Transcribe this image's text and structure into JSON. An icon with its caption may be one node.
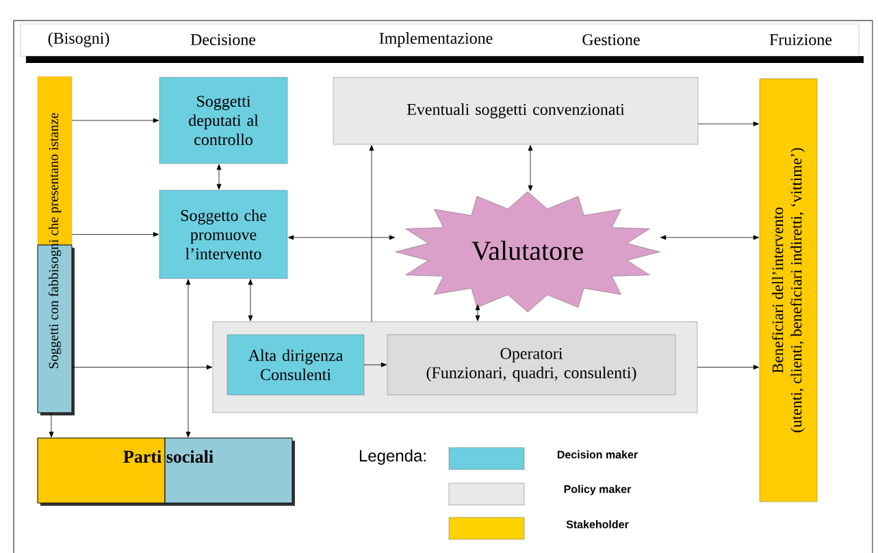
{
  "diagram": {
    "nodes": [
      {
        "text": [
          "(Bisogni)",
          "Decisione",
          "Implementazione",
          "Gestione",
          "Fruizione"
        ]
      },
      {
        "text": [
          "Soggetti con fabbisogni che presentano istanze"
        ]
      },
      {
        "text": [
          "Soggetti deputati al controllo"
        ]
      },
      {
        "text": [
          "Soggetto che promuove l’intervento"
        ]
      },
      {
        "text": [
          "Eventuali soggetti convenzionati"
        ]
      },
      {
        "text": [
          "Valutatore"
        ]
      },
      {
        "text": [],
        "shape": "box"
      },
      {
        "text": [
          "Alta dirigenza Consulenti"
        ],
        "in": 6
      },
      {
        "text": [
          "Operatori",
          "(Funzionari, quadri, consulenti)"
        ],
        "in": 6
      },
      {
        "text": [
          "Beneficiari dell’intervento",
          "(utenti, clienti, beneficiari indiretti, ‘vittime’)"
        ]
      },
      {
        "text": [
          "Parti sociali"
        ]
      }
    ],
    "edges": [
      {
        "from": 1,
        "to": 2,
        "arrow": "to"
      },
      {
        "from": 1,
        "to": 3,
        "arrow": "to"
      },
      {
        "from": 1,
        "to": 6,
        "arrow": "to"
      },
      {
        "from": 1,
        "to": 10,
        "arrow": "to"
      },
      {
        "from": 2,
        "to": 3,
        "arrow": "both"
      },
      {
        "from": 3,
        "to": 5,
        "arrow": "both"
      },
      {
        "from": 3,
        "to": 6,
        "arrow": "both"
      },
      {
        "from": 3,
        "to": 10,
        "arrow": "both"
      },
      {
        "from": 6,
        "to": 4,
        "arrow": "to"
      },
      {
        "from": 4,
        "to": 5,
        "arrow": "both"
      },
      {
        "from": 5,
        "to": 6,
        "arrow": "both"
      },
      {
        "from": 4,
        "to": 9,
        "arrow": "to"
      },
      {
        "from": 5,
        "to": 9,
        "arrow": "both"
      },
      {
        "from": 6,
        "to": 9,
        "arrow": "to"
      },
      {
        "from": 7,
        "to": 8,
        "arrow": "to"
      }
    ],
    "labels": [
      "Legenda:"
    ],
    "legend": [
      {
        "text": "Decision maker",
        "color": "#6ccfdf"
      },
      {
        "text": "Policy maker",
        "color": "#e8eaea"
      },
      {
        "text": "Stakeholder",
        "color": "#ffd200"
      }
    ]
  }
}
